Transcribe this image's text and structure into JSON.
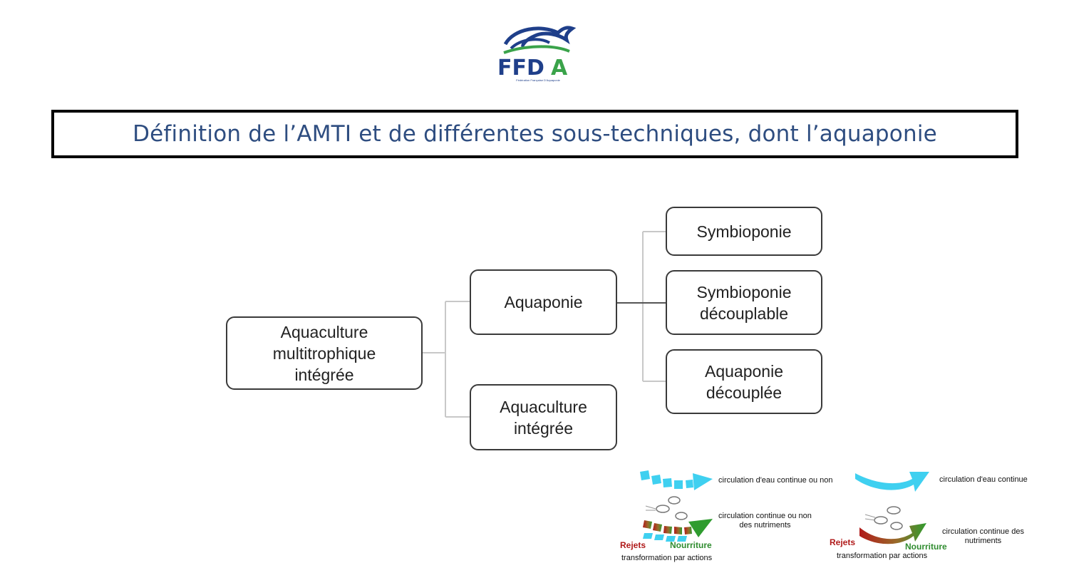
{
  "logo": {
    "text": "FFDA",
    "subtitle": "Fédération Française D'Aquaponie"
  },
  "title": "Définition de l’AMTI et de différentes sous-techniques, dont l’aquaponie",
  "diagram": {
    "root": "Aquaculture\nmultitrophique\nintégrée",
    "aquaponie": "Aquaponie",
    "aquaculture_integree": "Aquaculture\nintégrée",
    "symbioponie": "Symbioponie",
    "symbioponie_decouplable": "Symbioponie\ndécouplable",
    "aquaponie_decouplee": "Aquaponie\ndécouplée"
  },
  "legend": {
    "water_non_continuous": "circulation d'eau continue ou non",
    "water_continuous": "circulation d'eau continue",
    "nutrients_non_continuous": "circulation continue ou non\ndes nutriments",
    "nutrients_continuous": "circulation continue des\nnutriments",
    "rejets_left": "Rejets",
    "nourriture_left": "Nourriture",
    "rejets_right": "Rejets",
    "nourriture_right": "Nourriture",
    "transformation_left": "transformation par actions",
    "transformation_right": "transformation par actions"
  },
  "colors": {
    "title": "#2e4d80",
    "logo_blue": "#1f3f8a",
    "logo_green": "#3aa34a",
    "connector": "#c8c8c8",
    "water_arrow": "#3fd0f0",
    "rejets": "#b01a1a",
    "nourriture": "#2f8c2f"
  }
}
